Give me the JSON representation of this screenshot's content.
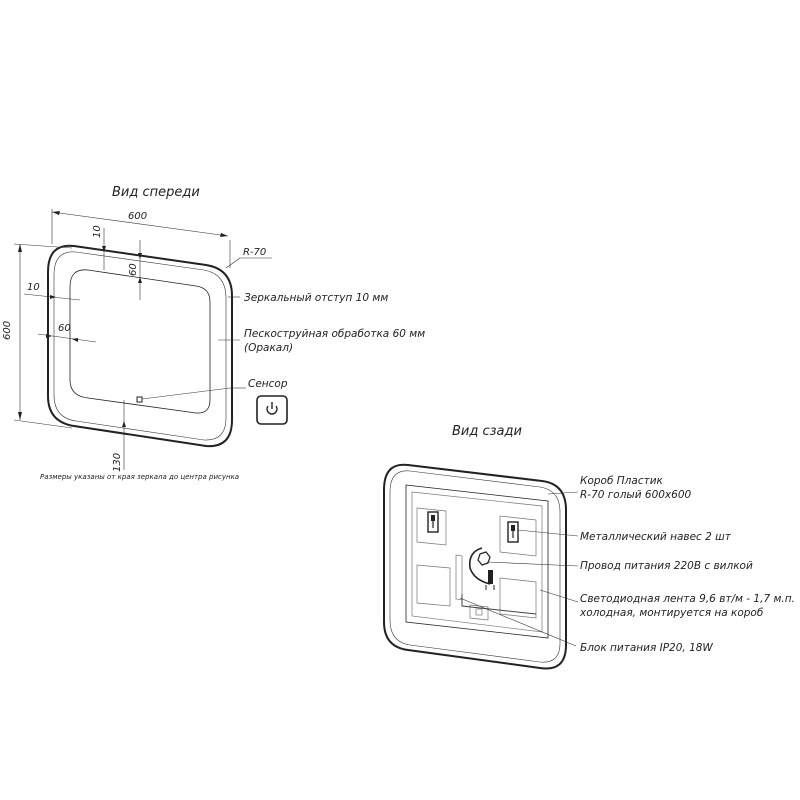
{
  "front": {
    "title": "Вид спереди",
    "dim_width": "600",
    "dim_height": "600",
    "dim_top_offset": "10",
    "dim_top_band": "60",
    "dim_left_offset": "10",
    "dim_left_band": "60",
    "dim_bottom": "130",
    "label_radius": "R-70",
    "label_mirror_offset": "Зеркальный отступ 10 мм",
    "label_sandblast_1": "Пескоструйная обработка 60 мм",
    "label_sandblast_2": "(Оракал)",
    "label_sensor": "Сенсор",
    "footnote": "Размеры указаны от края зеркала до центра рисунка"
  },
  "back": {
    "title": "Вид сзади",
    "label_box_1": "Короб Пластик",
    "label_box_2": "R-70 голый 600х600",
    "label_hanger": "Металлический навес 2 шт",
    "label_cable": "Провод питания 220В с вилкой",
    "label_led_1": "Светодиодная лента 9,6 вт/м - 1,7 м.п.",
    "label_led_2": "холодная, монтируется на короб",
    "label_psu": "Блок питания IP20, 18W"
  }
}
